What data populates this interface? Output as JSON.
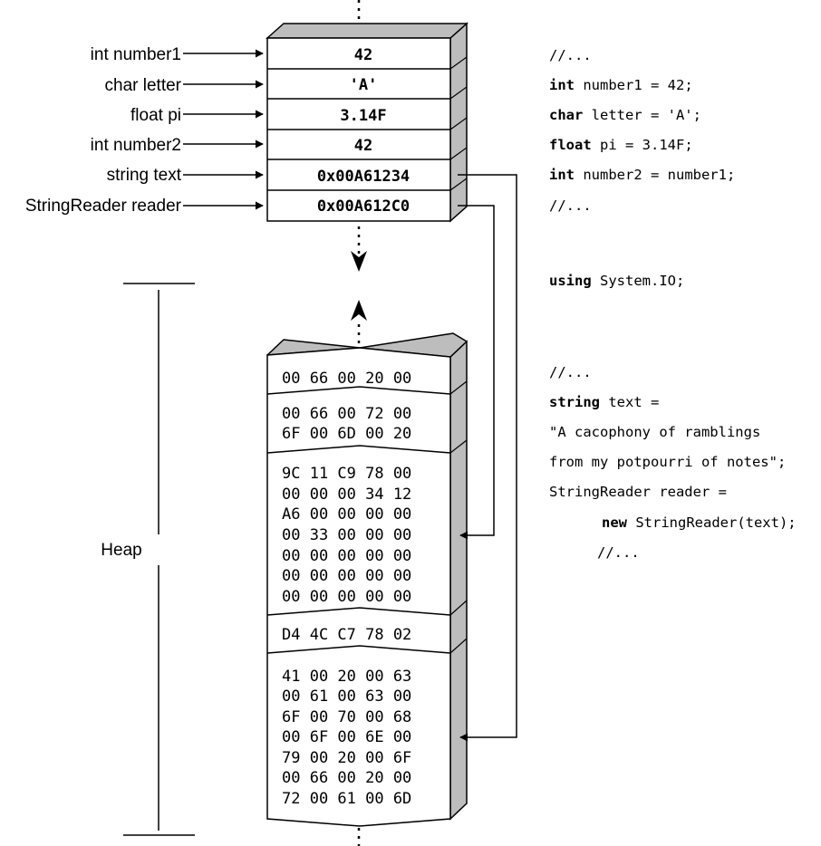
{
  "stack": {
    "rows": [
      {
        "label": "int number1",
        "value": "42"
      },
      {
        "label": "char letter",
        "value": "'A'"
      },
      {
        "label": "float pi",
        "value": "3.14F"
      },
      {
        "label": "int number2",
        "value": "42"
      },
      {
        "label": "string text",
        "value": "0x00A61234"
      },
      {
        "label": "StringReader reader",
        "value": "0x00A612C0"
      }
    ]
  },
  "heap": {
    "label": "Heap",
    "blocks": [
      {
        "lines": [
          "00 66 00 20 00"
        ]
      },
      {
        "lines": [
          "00 66 00 72 00",
          "6F 00 6D 00 20"
        ]
      },
      {
        "lines": [
          "9C 11 C9 78 00",
          "00 00 00 34 12",
          "A6 00 00 00 00",
          "00 33 00 00 00",
          "00 00 00 00 00",
          "00 00 00 00 00",
          "00 00 00 00 00"
        ]
      },
      {
        "lines": [
          "D4 4C C7 78 02"
        ]
      },
      {
        "lines": [
          "41 00 20 00 63",
          "00 61 00 63 00",
          "6F 00 70 00 68",
          "00 6F 00 6E 00",
          "79 00 20 00 6F",
          "00 66 00 20 00",
          "72 00 61 00 6D"
        ]
      }
    ]
  },
  "code": {
    "block1": [
      {
        "kw": "",
        "text": "//..."
      },
      {
        "kw": "int",
        "text": " number1 = 42;"
      },
      {
        "kw": "char",
        "text": " letter = 'A';"
      },
      {
        "kw": "float",
        "text": " pi = 3.14F;"
      },
      {
        "kw": "int",
        "text": " number2 = number1;"
      },
      {
        "kw": "",
        "text": "//..."
      }
    ],
    "block2": [
      {
        "kw": "using",
        "text": " System.IO;"
      }
    ],
    "block3": [
      {
        "kw": "",
        "text": "//..."
      },
      {
        "kw": "string",
        "text": " text ="
      },
      {
        "kw": "",
        "text": "\"A cacophony of ramblings"
      },
      {
        "kw": "",
        "text": "from my potpourri of notes\";"
      },
      {
        "kw": "",
        "text": "StringReader reader ="
      },
      {
        "kw": "new",
        "text": " StringReader(text);",
        "indent": 1
      },
      {
        "kw": "",
        "text": "//...",
        "indent": 1
      }
    ]
  }
}
